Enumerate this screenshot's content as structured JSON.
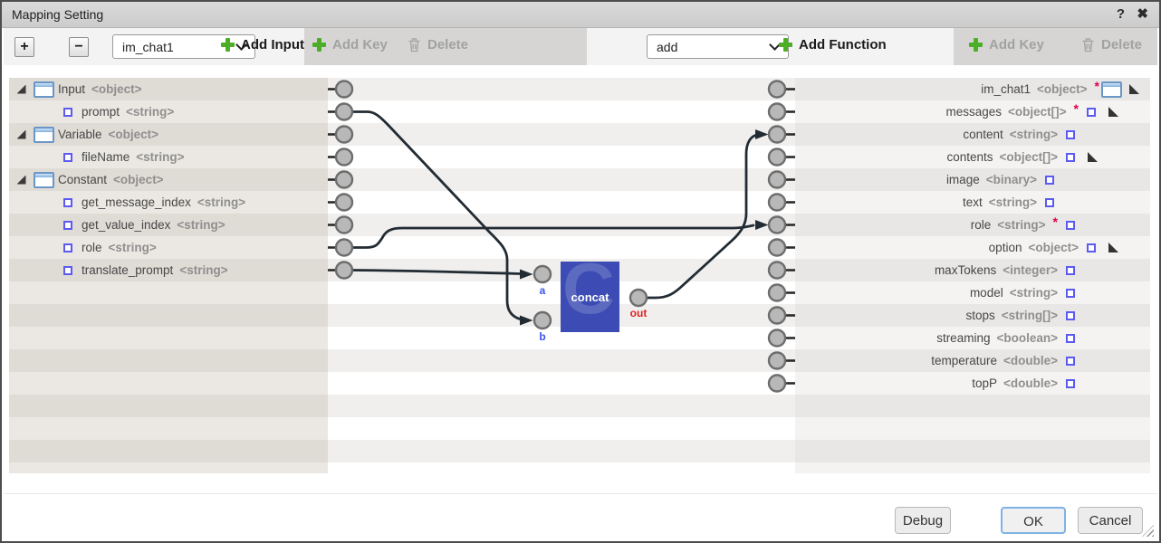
{
  "dialog": {
    "title": "Mapping Setting",
    "help": "?",
    "close": "✖"
  },
  "toolbar": {
    "expand_all": "+",
    "collapse_all": "−",
    "input_select_value": "im_chat1",
    "add_input_label": "Add Input",
    "add_key_left_label": "Add Key",
    "delete_left_label": "Delete",
    "function_select_value": "add",
    "add_function_label": "Add Function",
    "add_key_right_label": "Add Key",
    "delete_right_label": "Delete"
  },
  "left_tree": {
    "items": [
      {
        "name": "Input",
        "type": "<object>",
        "level": 0,
        "icon": "object-window-icon",
        "expander": true
      },
      {
        "name": "prompt",
        "type": "<string>",
        "level": 1,
        "icon": "field-square-icon",
        "expander": false
      },
      {
        "name": "Variable",
        "type": "<object>",
        "level": 0,
        "icon": "object-window-icon",
        "expander": true
      },
      {
        "name": "fileName",
        "type": "<string>",
        "level": 1,
        "icon": "field-square-icon",
        "expander": false
      },
      {
        "name": "Constant",
        "type": "<object>",
        "level": 0,
        "icon": "object-window-icon",
        "expander": true
      },
      {
        "name": "get_message_index",
        "type": "<string>",
        "level": 1,
        "icon": "field-square-icon",
        "expander": false
      },
      {
        "name": "get_value_index",
        "type": "<string>",
        "level": 1,
        "icon": "field-square-icon",
        "expander": false
      },
      {
        "name": "role",
        "type": "<string>",
        "level": 1,
        "icon": "field-square-icon",
        "expander": false
      },
      {
        "name": "translate_prompt",
        "type": "<string>",
        "level": 1,
        "icon": "field-square-icon",
        "expander": false
      }
    ]
  },
  "right_tree": {
    "items": [
      {
        "name": "im_chat1",
        "type": "<object>",
        "level": 0,
        "required": true,
        "icon": "object-window-icon",
        "expander": true
      },
      {
        "name": "messages",
        "type": "<object[]>",
        "level": 1,
        "required": true,
        "icon": "field-square-icon",
        "expander": true
      },
      {
        "name": "content",
        "type": "<string>",
        "level": 2,
        "required": false,
        "icon": "field-square-icon",
        "expander": false
      },
      {
        "name": "contents",
        "type": "<object[]>",
        "level": 2,
        "required": false,
        "icon": "field-square-icon",
        "expander": true
      },
      {
        "name": "image",
        "type": "<binary>",
        "level": 3,
        "required": false,
        "icon": "field-square-icon",
        "expander": false
      },
      {
        "name": "text",
        "type": "<string>",
        "level": 3,
        "required": false,
        "icon": "field-square-icon",
        "expander": false
      },
      {
        "name": "role",
        "type": "<string>",
        "level": 2,
        "required": true,
        "icon": "field-square-icon",
        "expander": false
      },
      {
        "name": "option",
        "type": "<object>",
        "level": 1,
        "required": false,
        "icon": "field-square-icon",
        "expander": true
      },
      {
        "name": "maxTokens",
        "type": "<integer>",
        "level": 2,
        "required": false,
        "icon": "field-square-icon",
        "expander": false
      },
      {
        "name": "model",
        "type": "<string>",
        "level": 2,
        "required": false,
        "icon": "field-square-icon",
        "expander": false
      },
      {
        "name": "stops",
        "type": "<string[]>",
        "level": 2,
        "required": false,
        "icon": "field-square-icon",
        "expander": false
      },
      {
        "name": "streaming",
        "type": "<boolean>",
        "level": 2,
        "required": false,
        "icon": "field-square-icon",
        "expander": false
      },
      {
        "name": "temperature",
        "type": "<double>",
        "level": 2,
        "required": false,
        "icon": "field-square-icon",
        "expander": false
      },
      {
        "name": "topP",
        "type": "<double>",
        "level": 2,
        "required": false,
        "icon": "field-square-icon",
        "expander": false
      }
    ]
  },
  "function_node": {
    "name": "concat",
    "watermark": "C",
    "ports": {
      "a": "a",
      "b": "b",
      "out": "out"
    }
  },
  "connections": [
    {
      "from": "prompt",
      "to": "concat.b"
    },
    {
      "from": "translate_prompt",
      "to": "concat.a"
    },
    {
      "from": "role",
      "to": "role"
    },
    {
      "from": "concat.out",
      "to": "content"
    }
  ],
  "footer": {
    "debug": "Debug",
    "ok": "OK",
    "cancel": "Cancel"
  },
  "colors": {
    "accent_green": "#4cae27",
    "function_block": "#3c4cb4",
    "required": "#e0004d",
    "wire": "#222b33",
    "port_fill": "#b8b8b8",
    "port_ring": "#6d6d6d"
  }
}
